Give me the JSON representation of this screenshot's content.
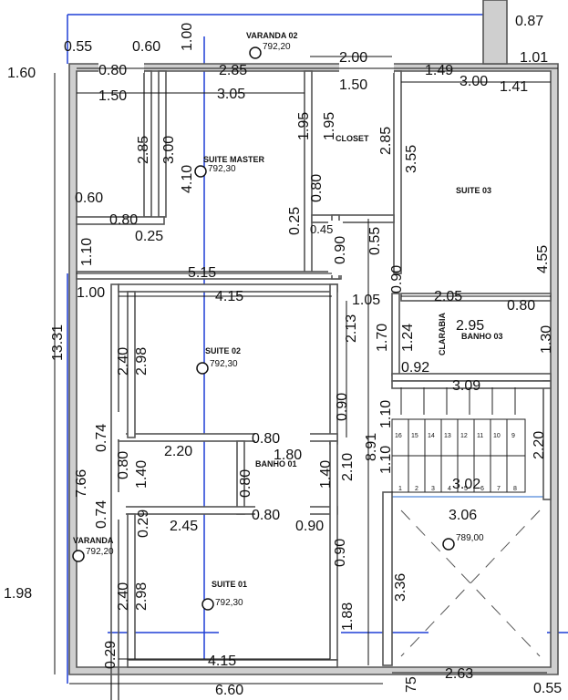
{
  "colors": {
    "wall": "#8f8f8f",
    "ink": "#111111",
    "blue": "#1f3fd6",
    "lightBlue": "#6d9ce0",
    "accent": "#d98a2b"
  },
  "rooms": {
    "suite_master": "SUITE MASTER",
    "closet": "CLOSET",
    "suite03": "SUITE 03",
    "suite02": "SUITE 02",
    "banho03": "BANHO 03",
    "clarabia": "CLARABIA",
    "banho01": "BANHO 01",
    "suite01": "SUITE 01",
    "varanda02": "VARANDA 02",
    "varanda": "VARANDA"
  },
  "levels": {
    "varanda02": "792,20",
    "suite_master": "792,30",
    "suite02": "792,30",
    "varanda": "792,20",
    "suite01": "792,30",
    "stair_landing": "789,00"
  },
  "dims": {
    "d_0_55": "0.55",
    "d_0_60_top": "0.60",
    "d_1_00_top": "1.00",
    "d_0_87": "0.87",
    "d_1_01": "1.01",
    "d_1_60": "1.60",
    "d_0_80_a": "0.80",
    "d_2_85_a": "2.85",
    "d_2_00": "2.00",
    "d_1_49": "1.49",
    "d_3_00_a": "3.00",
    "d_1_41": "1.41",
    "d_1_50_a": "1.50",
    "d_3_05": "3.05",
    "d_1_50_b": "1.50",
    "d_2_85_b": "2.85",
    "d_3_00_b": "3.00",
    "d_1_95_a": "1.95",
    "d_1_95_b": "1.95",
    "d_3_55": "3.55",
    "d_4_10": "4.10",
    "d_0_80_b": "0.80",
    "d_0_60_b": "0.60",
    "d_0_80_c": "0.80",
    "d_0_25_a": "0.25",
    "d_0_25_b": "0.25",
    "d_0_45": "0.45",
    "d_0_90_a": "0.90",
    "d_0_55_b": "0.55",
    "d_4_55": "4.55",
    "d_1_10_a": "1.10",
    "d_5_15": "5.15",
    "d_0_90_b": "0.90",
    "d_13_31": "13.31",
    "d_1_00_b": "1.00",
    "d_4_15_a": "4.15",
    "d_1_05": "1.05",
    "d_2_05": "2.05",
    "d_0_80_d": "0.80",
    "d_2_13": "2.13",
    "d_1_70": "1.70",
    "d_1_24": "1.24",
    "d_2_95": "2.95",
    "d_1_30": "1.30",
    "d_2_40_a": "2.40",
    "d_2_98_a": "2.98",
    "d_0_92": "0.92",
    "d_3_09": "3.09",
    "d_0_90_c": "0.90",
    "d_1_10_b": "1.10",
    "d_0_74_a": "0.74",
    "d_0_80_e": "0.80",
    "d_2_20_a": "2.20",
    "d_1_80": "1.80",
    "d_8_91": "8.91",
    "d_2_20_b": "2.20",
    "d_7_66": "7.66",
    "d_0_80_f": "0.80",
    "d_1_40_a": "1.40",
    "d_0_80_g": "0.80",
    "d_1_40_b": "1.40",
    "d_2_10": "2.10",
    "d_1_10_c": "1.10",
    "d_3_02": "3.02",
    "d_0_74_b": "0.74",
    "d_0_29_a": "0.29",
    "d_2_45": "2.45",
    "d_0_80_h": "0.80",
    "d_0_90_d": "0.90",
    "d_3_06": "3.06",
    "d_1_98": "1.98",
    "d_2_40_b": "2.40",
    "d_2_98_b": "2.98",
    "d_0_90_e": "0.90",
    "d_3_36": "3.36",
    "d_1_88": "1.88",
    "d_0_29_b": "0.29",
    "d_4_15_b": "4.15",
    "d_6_60": "6.60",
    "d_2_63": "2.63",
    "d_0_75": "75",
    "d_0_55_c": "0.55"
  },
  "stairs": {
    "upper": [
      "16",
      "15",
      "14",
      "13",
      "12",
      "11",
      "10",
      "9"
    ],
    "lower": [
      "1",
      "2",
      "3",
      "4",
      "5",
      "6",
      "7",
      "8"
    ]
  }
}
